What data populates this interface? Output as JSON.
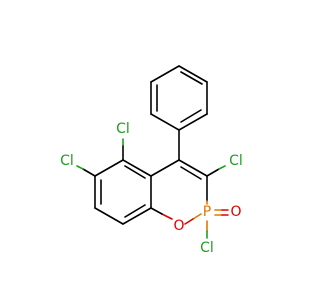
{
  "molecule": {
    "atoms": {
      "cl5": "Cl",
      "cl6": "Cl",
      "cl3": "Cl",
      "cl2": "Cl",
      "p": "P",
      "o_double": "O",
      "o_ring": "O"
    },
    "colors": {
      "bond": "#000000",
      "chlorine": "#1f9e1f",
      "phosphorus": "#e07800",
      "oxygen": "#e00000"
    }
  }
}
